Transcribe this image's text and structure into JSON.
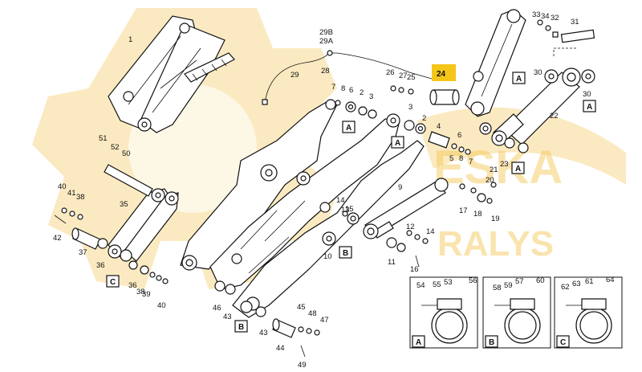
{
  "watermark": {
    "logo_text_1": "ESKA",
    "logo_text_2": "RALYS"
  },
  "highlight": {
    "part_number": "24",
    "color": "#f5c518"
  },
  "callouts": [
    {
      "id": "c1",
      "text": "1"
    },
    {
      "id": "c29B",
      "text": "29B"
    },
    {
      "id": "c29A",
      "text": "29A"
    },
    {
      "id": "c28",
      "text": "28"
    },
    {
      "id": "c29",
      "text": "29"
    },
    {
      "id": "c26",
      "text": "26"
    },
    {
      "id": "c27",
      "text": "27"
    },
    {
      "id": "c25",
      "text": "25"
    },
    {
      "id": "c7a",
      "text": "7"
    },
    {
      "id": "c8a",
      "text": "8"
    },
    {
      "id": "c6a",
      "text": "6"
    },
    {
      "id": "c2a",
      "text": "2"
    },
    {
      "id": "c3a",
      "text": "3"
    },
    {
      "id": "c3b",
      "text": "3"
    },
    {
      "id": "c2b",
      "text": "2"
    },
    {
      "id": "c4",
      "text": "4"
    },
    {
      "id": "c6b",
      "text": "6"
    },
    {
      "id": "c5",
      "text": "5"
    },
    {
      "id": "c8b",
      "text": "8"
    },
    {
      "id": "c7b",
      "text": "7"
    },
    {
      "id": "c33",
      "text": "33"
    },
    {
      "id": "c34",
      "text": "34"
    },
    {
      "id": "c32",
      "text": "32"
    },
    {
      "id": "c31",
      "text": "31"
    },
    {
      "id": "c30a",
      "text": "30"
    },
    {
      "id": "c30b",
      "text": "30"
    },
    {
      "id": "c22",
      "text": "22"
    },
    {
      "id": "c23",
      "text": "23"
    },
    {
      "id": "c51",
      "text": "51"
    },
    {
      "id": "c52",
      "text": "52"
    },
    {
      "id": "c50",
      "text": "50"
    },
    {
      "id": "c40a",
      "text": "40"
    },
    {
      "id": "c41a",
      "text": "41"
    },
    {
      "id": "c38a",
      "text": "38"
    },
    {
      "id": "c42",
      "text": "42"
    },
    {
      "id": "c35",
      "text": "35"
    },
    {
      "id": "c37",
      "text": "37"
    },
    {
      "id": "c36a",
      "text": "36"
    },
    {
      "id": "c36b",
      "text": "36"
    },
    {
      "id": "c38b",
      "text": "38"
    },
    {
      "id": "c39",
      "text": "39"
    },
    {
      "id": "c40b",
      "text": "40"
    },
    {
      "id": "c9",
      "text": "9"
    },
    {
      "id": "c21",
      "text": "21"
    },
    {
      "id": "c20",
      "text": "20"
    },
    {
      "id": "c17",
      "text": "17"
    },
    {
      "id": "c18",
      "text": "18"
    },
    {
      "id": "c19",
      "text": "19"
    },
    {
      "id": "c14a",
      "text": "14"
    },
    {
      "id": "c13",
      "text": "13"
    },
    {
      "id": "c15",
      "text": "15"
    },
    {
      "id": "c12",
      "text": "12"
    },
    {
      "id": "c16",
      "text": "16"
    },
    {
      "id": "c14b",
      "text": "14"
    },
    {
      "id": "c11",
      "text": "11"
    },
    {
      "id": "c10",
      "text": "10"
    },
    {
      "id": "c46",
      "text": "46"
    },
    {
      "id": "c43a",
      "text": "43"
    },
    {
      "id": "c43b",
      "text": "43"
    },
    {
      "id": "c45",
      "text": "45"
    },
    {
      "id": "c48",
      "text": "48"
    },
    {
      "id": "c47",
      "text": "47"
    },
    {
      "id": "c44",
      "text": "44"
    },
    {
      "id": "c49",
      "text": "49"
    },
    {
      "id": "c54",
      "text": "54"
    },
    {
      "id": "c55",
      "text": "55"
    },
    {
      "id": "c53",
      "text": "53"
    },
    {
      "id": "c56",
      "text": "56"
    },
    {
      "id": "c58",
      "text": "58"
    },
    {
      "id": "c59",
      "text": "59"
    },
    {
      "id": "c57",
      "text": "57"
    },
    {
      "id": "c60",
      "text": "60"
    },
    {
      "id": "c62",
      "text": "62"
    },
    {
      "id": "c63",
      "text": "63"
    },
    {
      "id": "c61",
      "text": "61"
    },
    {
      "id": "c64",
      "text": "64"
    }
  ],
  "box_labels": [
    {
      "id": "bA1",
      "text": "A"
    },
    {
      "id": "bA2",
      "text": "A"
    },
    {
      "id": "bA3",
      "text": "A"
    },
    {
      "id": "bA4",
      "text": "A"
    },
    {
      "id": "bA5",
      "text": "A"
    },
    {
      "id": "bB1",
      "text": "B"
    },
    {
      "id": "bB2",
      "text": "B"
    },
    {
      "id": "bC1",
      "text": "C"
    },
    {
      "id": "bDA",
      "text": "A"
    },
    {
      "id": "bDB",
      "text": "B"
    },
    {
      "id": "bDC",
      "text": "C"
    }
  ]
}
